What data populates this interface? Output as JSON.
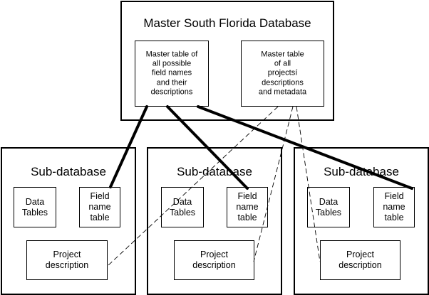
{
  "master": {
    "title": "Master South Florida Database",
    "field_names_table": "Master table of\nall possible\nfield names\nand their\ndescriptions",
    "projects_table": "Master table\nof all\nprojectsí\ndescriptions\nand metadata"
  },
  "subdatabases": [
    {
      "title": "Sub-database",
      "data_tables": "Data\nTables",
      "field_name_table": "Field\nname\ntable",
      "project_description": "Project\ndescription"
    },
    {
      "title": "Sub-database",
      "data_tables": "Data\nTables",
      "field_name_table": "Field\nname\ntable",
      "project_description": "Project\ndescription"
    },
    {
      "title": "Sub-database",
      "data_tables": "Data\nTables",
      "field_name_table": "Field\nname\ntable",
      "project_description": "Project\ndescription"
    }
  ],
  "colors": {
    "stroke": "#000000",
    "background": "#ffffff"
  }
}
